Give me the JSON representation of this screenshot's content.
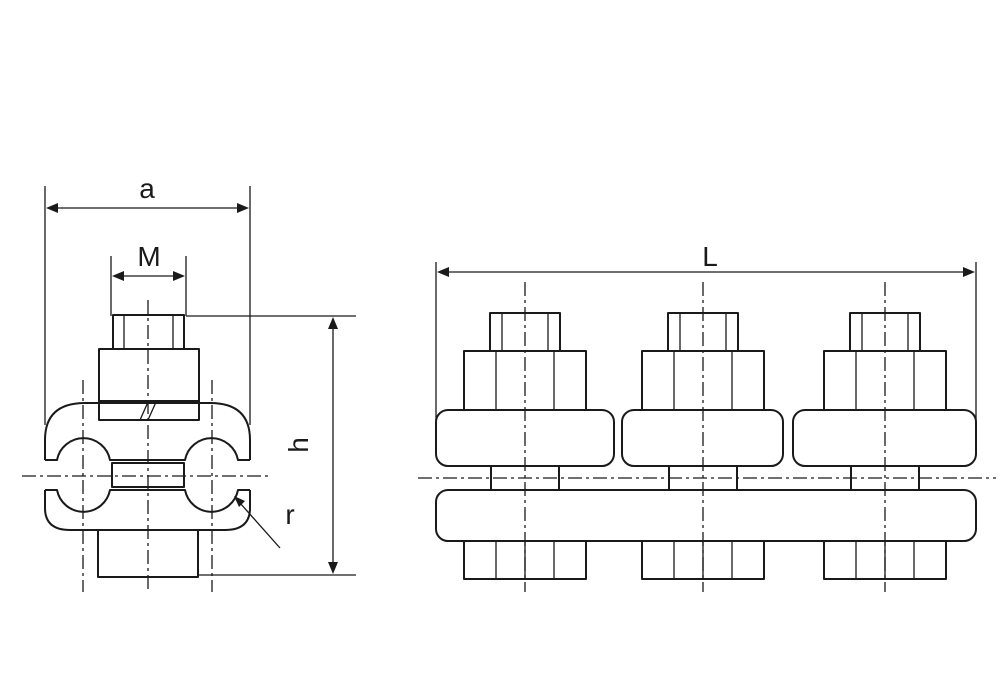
{
  "labels": {
    "a": "a",
    "M": "M",
    "h": "h",
    "r": "r",
    "L": "L"
  },
  "colors": {
    "line": "#1a1a1a",
    "background": "#ffffff"
  }
}
